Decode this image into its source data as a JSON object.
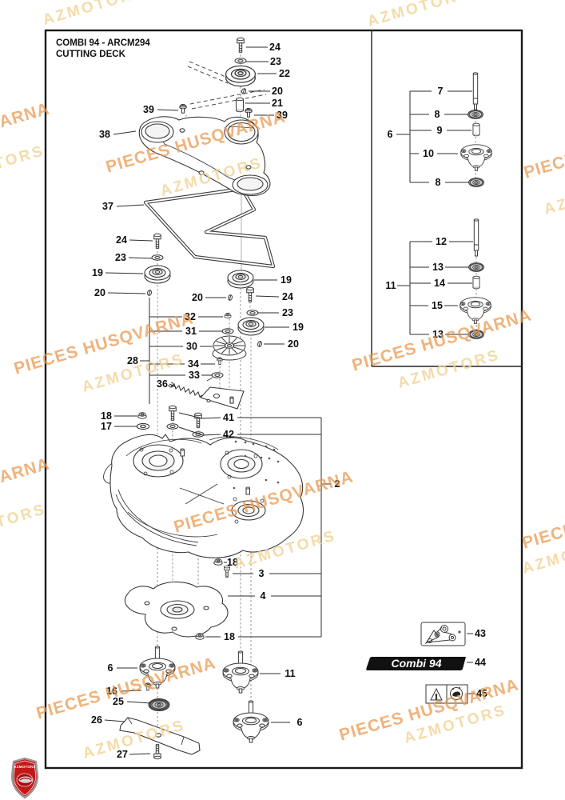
{
  "title": {
    "line1": "COMBI 94 - ARCM294",
    "line2": "CUTTING DECK"
  },
  "watermark": {
    "primary": "PIECES HUSQVARNA",
    "secondary": "AZMOTORS",
    "primary_color": "#e9964a",
    "secondary_color": "#f2d396"
  },
  "badge": {
    "text": "Combi 94",
    "bg": "#111111",
    "fg": "#ffffff"
  },
  "logo": {
    "text": "AZMOTORS",
    "shield_red": "#c41818"
  },
  "warning_decal": {
    "mark": "!"
  },
  "callouts": [
    "24",
    "23",
    "22",
    "20",
    "21",
    "39",
    "39",
    "38",
    "37",
    "24",
    "23",
    "19",
    "20",
    "19",
    "20",
    "24",
    "23",
    "19",
    "20",
    "32",
    "31",
    "30",
    "28",
    "34",
    "33",
    "36",
    "18",
    "17",
    "41",
    "42",
    "2",
    "18",
    "3",
    "4",
    "18",
    "6",
    "16",
    "25",
    "26",
    "27",
    "11",
    "6",
    "43",
    "44",
    "45",
    "7",
    "8",
    "9",
    "10",
    "8",
    "6",
    "12",
    "13",
    "14",
    "15",
    "13",
    "11"
  ]
}
